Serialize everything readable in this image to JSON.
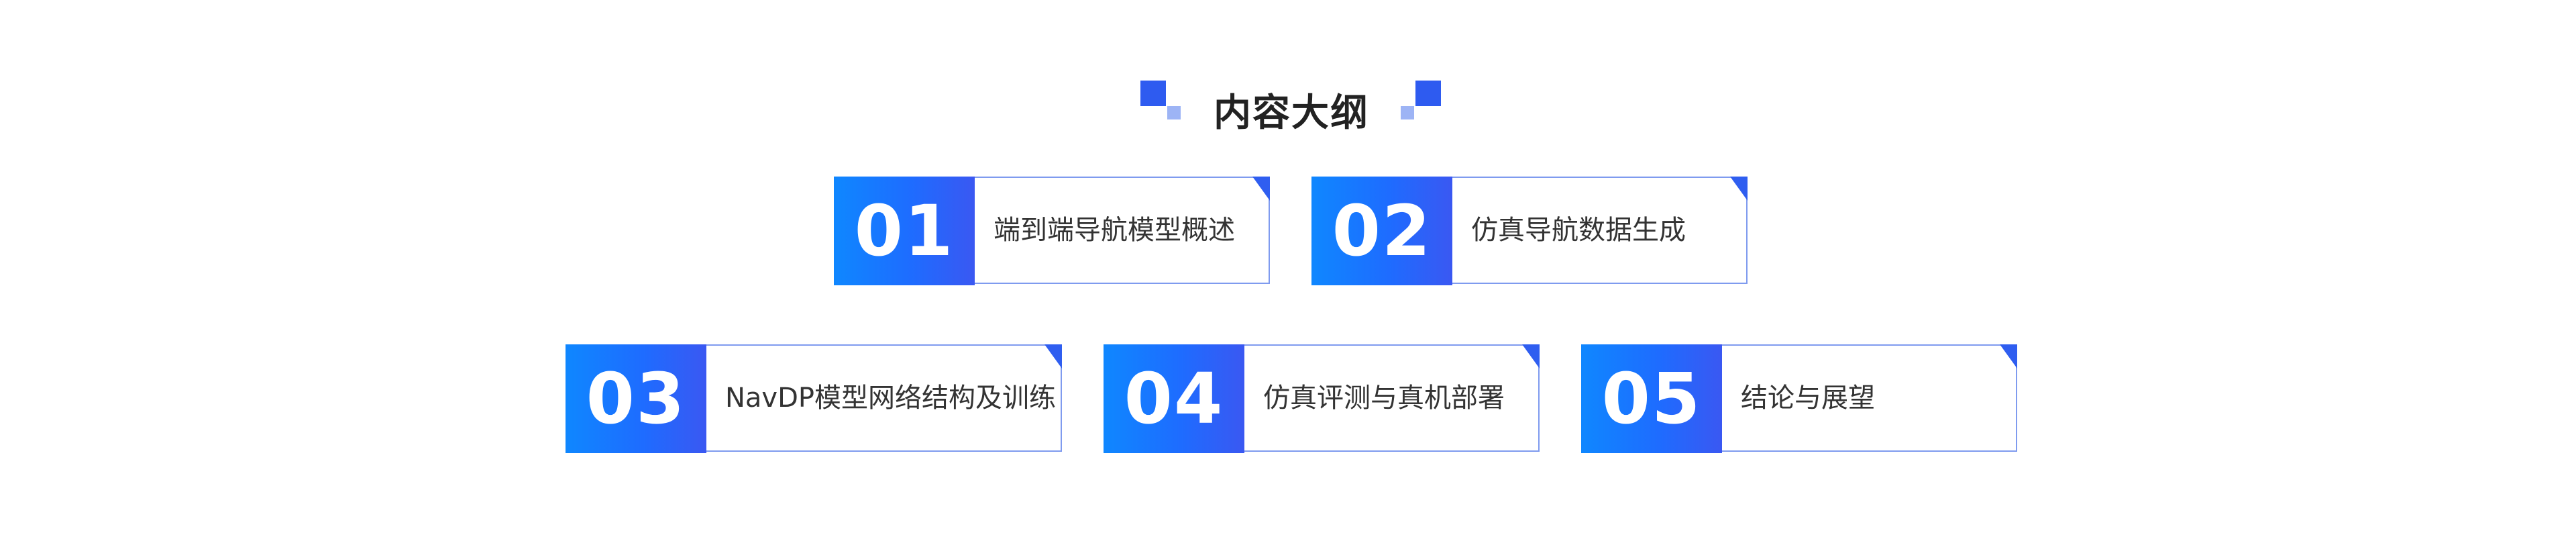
{
  "header": {
    "title": "内容大纲"
  },
  "colors": {
    "accent": "#1e6cff",
    "accent_light": "#9db4f5",
    "border": "#7f9bef",
    "text": "#333333"
  },
  "outline": {
    "items": [
      {
        "number": "01",
        "label": "端到端导航模型概述"
      },
      {
        "number": "02",
        "label": "仿真导航数据生成"
      },
      {
        "number": "03",
        "label": "NavDP模型网络结构及训练"
      },
      {
        "number": "04",
        "label": "仿真评测与真机部署"
      },
      {
        "number": "05",
        "label": "结论与展望"
      }
    ]
  }
}
